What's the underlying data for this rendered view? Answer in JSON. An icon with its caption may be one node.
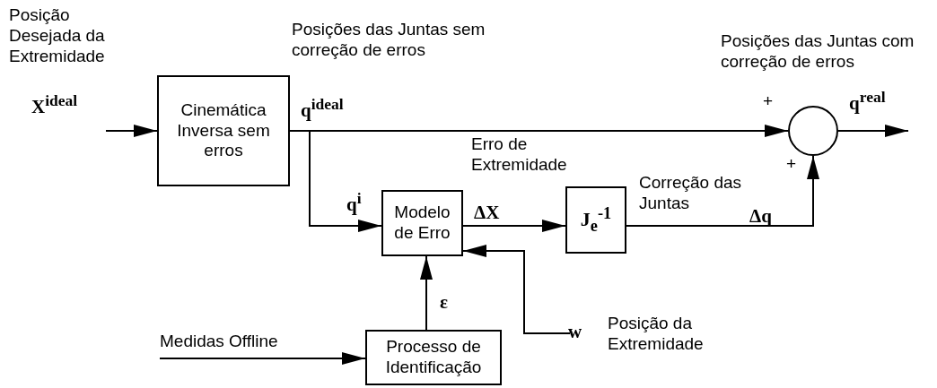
{
  "diagram": {
    "nodes": [
      {
        "text": [
          "Cinemática Inversa sem erros"
        ]
      },
      {
        "text": [],
        "shape": "circle",
        "beside": [
          "+",
          "+"
        ]
      },
      {
        "text": [
          "Modelo de Erro"
        ]
      },
      {
        "text": [
          "J$_{e}$$^{-1}$"
        ]
      },
      {
        "text": [
          "Processo de Identificação"
        ]
      }
    ],
    "edges": [
      {
        "from": null,
        "to": 0,
        "arrow": "to",
        "label": "X$^{ideal}$"
      },
      {
        "from": 0,
        "to": 1,
        "arrow": "to",
        "label": "q$^{ideal}$"
      },
      {
        "from": 0,
        "to": 2,
        "arrow": "to",
        "label": "q$^{i}$"
      },
      {
        "from": 2,
        "to": 3,
        "arrow": "to",
        "label": "ΔX"
      },
      {
        "from": 3,
        "to": 1,
        "arrow": "to",
        "label": "Δq"
      },
      {
        "from": 1,
        "to": null,
        "arrow": "to",
        "label": "q$^{real}$"
      },
      {
        "from": 4,
        "to": 2,
        "arrow": "to",
        "label": "ε"
      },
      {
        "from": null,
        "to": 2,
        "arrow": "to",
        "label": "w"
      },
      {
        "from": null,
        "to": 4,
        "arrow": "to",
        "label": "Medidas Offline"
      }
    ],
    "labels": [
      "Posição Desejada da Extremidade",
      "Posições das Juntas sem correção de erros",
      "Posições das Juntas com correção de erros",
      "Erro de Extremidade",
      "Correção das Juntas",
      "Posição da Extremidade"
    ]
  }
}
